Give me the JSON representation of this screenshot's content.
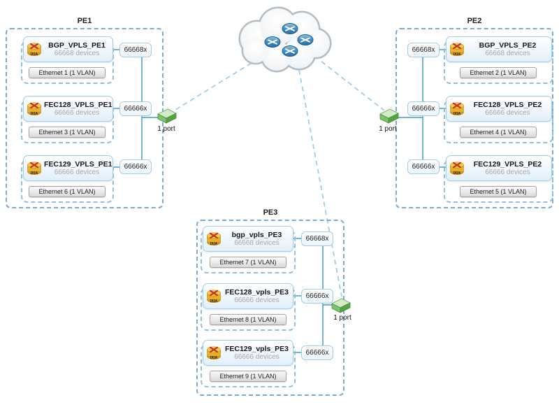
{
  "cloud": {
    "name": "service provider core cloud",
    "router_count": 4
  },
  "icons": {
    "ixia_label": "IXIA"
  },
  "pe_groups": [
    {
      "title": "PE1",
      "port_label": "1 port",
      "devices": [
        {
          "name": "BGP_VPLS_PE1",
          "count": "66668 devices",
          "ethernet": "Ethernet 1 (1 VLAN)",
          "multiplier": "66668x"
        },
        {
          "name": "FEC128_VPLS_PE1",
          "count": "66666 devices",
          "ethernet": "Ethernet 3 (1 VLAN)",
          "multiplier": "66666x"
        },
        {
          "name": "FEC129_VPLS_PE1",
          "count": "66666 devices",
          "ethernet": "Ethernet 6 (1 VLAN)",
          "multiplier": "66666x"
        }
      ]
    },
    {
      "title": "PE2",
      "port_label": "1 port",
      "devices": [
        {
          "name": "BGP_VPLS_PE2",
          "count": "66668 devices",
          "ethernet": "Ethernet 2 (1 VLAN)",
          "multiplier": "66668x"
        },
        {
          "name": "FEC128_VPLS_PE2",
          "count": "66666 devices",
          "ethernet": "Ethernet 4 (1 VLAN)",
          "multiplier": "66666x"
        },
        {
          "name": "FEC129_VPLS_PE2",
          "count": "66666 devices",
          "ethernet": "Ethernet 5 (1 VLAN)",
          "multiplier": "66666x"
        }
      ]
    },
    {
      "title": "PE3",
      "port_label": "1 port",
      "devices": [
        {
          "name": "bgp_vpls_PE3",
          "count": "66668 devices",
          "ethernet": "Ethernet 7 (1 VLAN)",
          "multiplier": "66668x"
        },
        {
          "name": "FEC128_vpls_PE3",
          "count": "66666 devices",
          "ethernet": "Ethernet 8 (1 VLAN)",
          "multiplier": "66666x"
        },
        {
          "name": "FEC129_vpls_PE3",
          "count": "66666 devices",
          "ethernet": "Ethernet 9 (1 VLAN)",
          "multiplier": "66666x"
        }
      ]
    }
  ],
  "colors": {
    "dashed_group_border": "#7aabd4",
    "node_border": "#a6cce7",
    "solid_wire": "#58a8d8",
    "dashed_wire": "#9fcdea",
    "port_green": "#6fbf5a",
    "ixia_gold": "#e8b02a",
    "ixia_red": "#c63326",
    "router_blue": "#2a6ea6"
  }
}
